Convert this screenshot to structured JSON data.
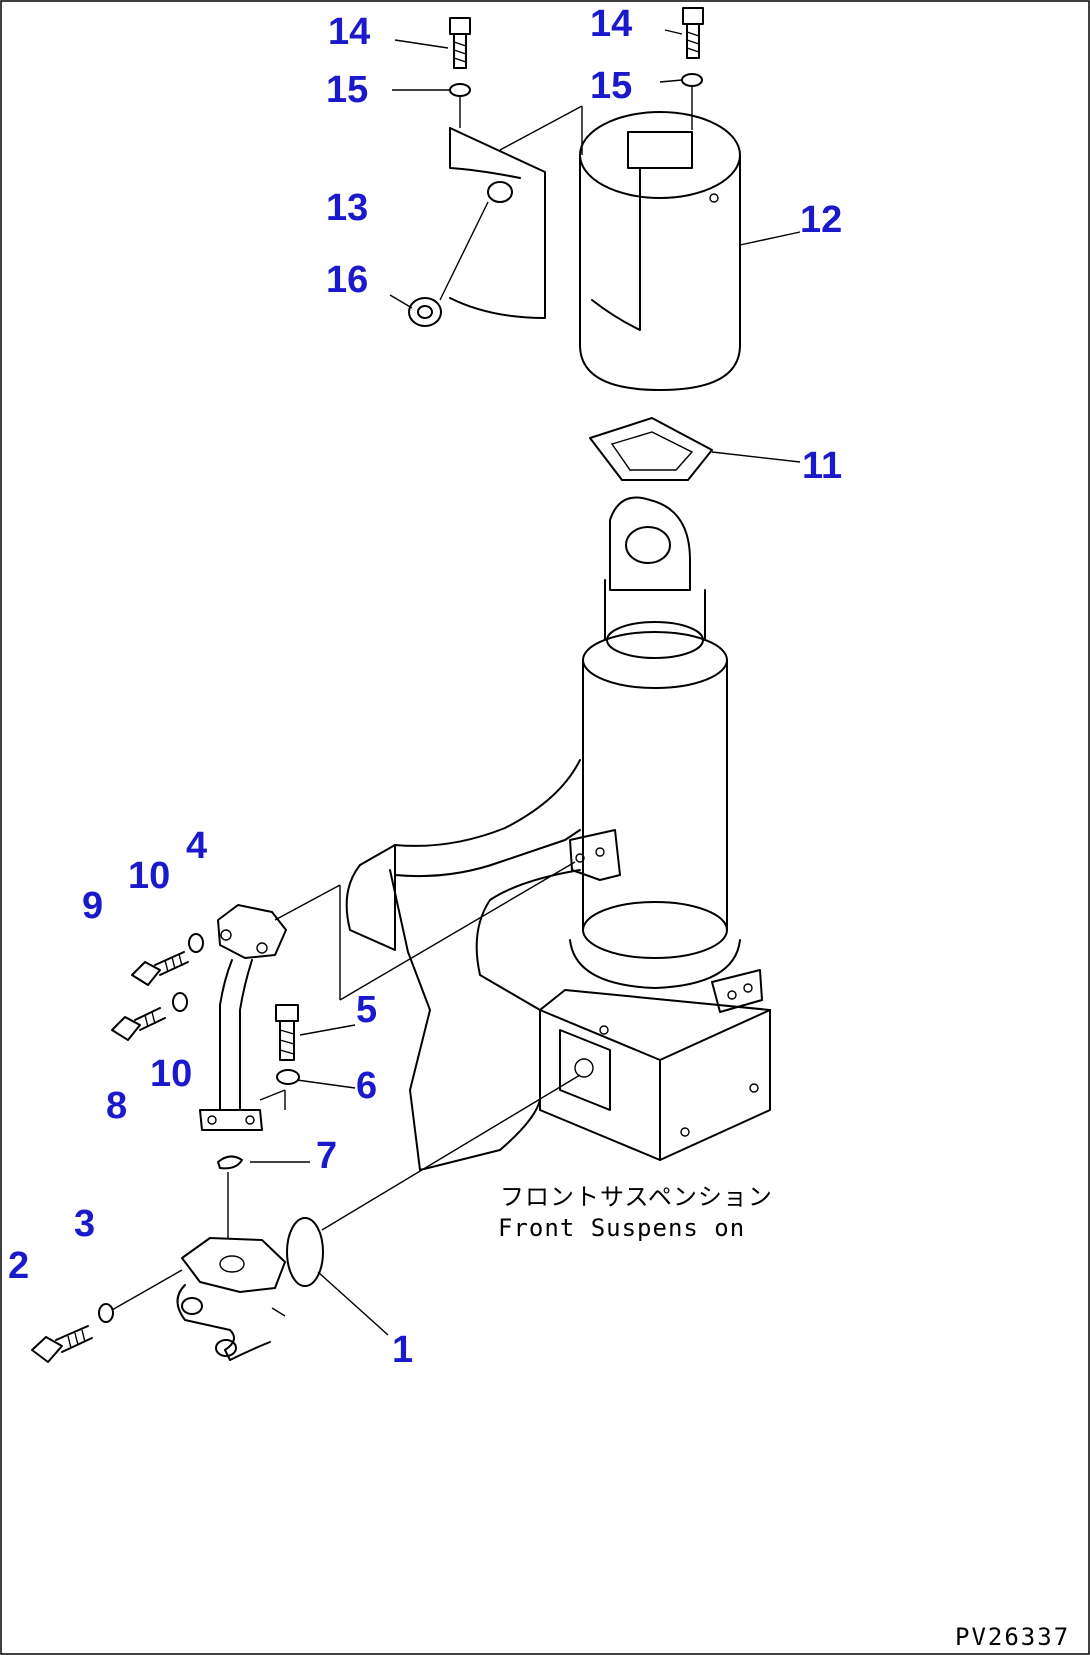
{
  "callouts": {
    "c14a": "14",
    "c15a": "15",
    "c13": "13",
    "c16": "16",
    "c14b": "14",
    "c15b": "15",
    "c12": "12",
    "c11": "11",
    "c4": "4",
    "c10a": "10",
    "c9": "9",
    "c5": "5",
    "c8": "8",
    "c10b": "10",
    "c6": "6",
    "c7": "7",
    "c3": "3",
    "c2": "2",
    "c1": "1"
  },
  "caption": {
    "japanese": "フロントサスペンション",
    "english": "Front Suspens on"
  },
  "drawing_id": "PV26337",
  "colors": {
    "callout": "#1a1acc",
    "line": "#000000",
    "background": "#ffffff"
  }
}
